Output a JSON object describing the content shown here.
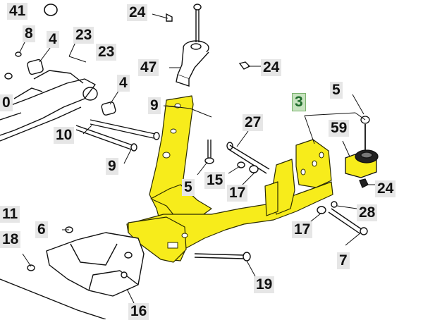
{
  "diagram": {
    "highlight_color": "#f7ec1b",
    "line_color": "#111111",
    "callout_bg": "#e6e6e6",
    "selected_callout_bg": "#c7e3bf",
    "selected_callout_text": "#1e6b2a"
  },
  "callouts": {
    "c41": "41",
    "c24_top": "24",
    "c8": "8",
    "c4_left": "4",
    "c23_a": "23",
    "c23_b": "23",
    "c47": "47",
    "c24_mid": "24",
    "c4_mid": "4",
    "c0": "0",
    "c9_upper": "9",
    "c10": "10",
    "c9_lower": "9",
    "c27": "27",
    "c3": "3",
    "c5_right": "5",
    "c59": "59",
    "c15": "15",
    "c5_mid": "5",
    "c17_mid": "17",
    "c24_right": "24",
    "c28": "28",
    "c17_right": "17",
    "c11": "11",
    "c6": "6",
    "c18": "18",
    "c7": "7",
    "c19": "19",
    "c16": "16"
  }
}
